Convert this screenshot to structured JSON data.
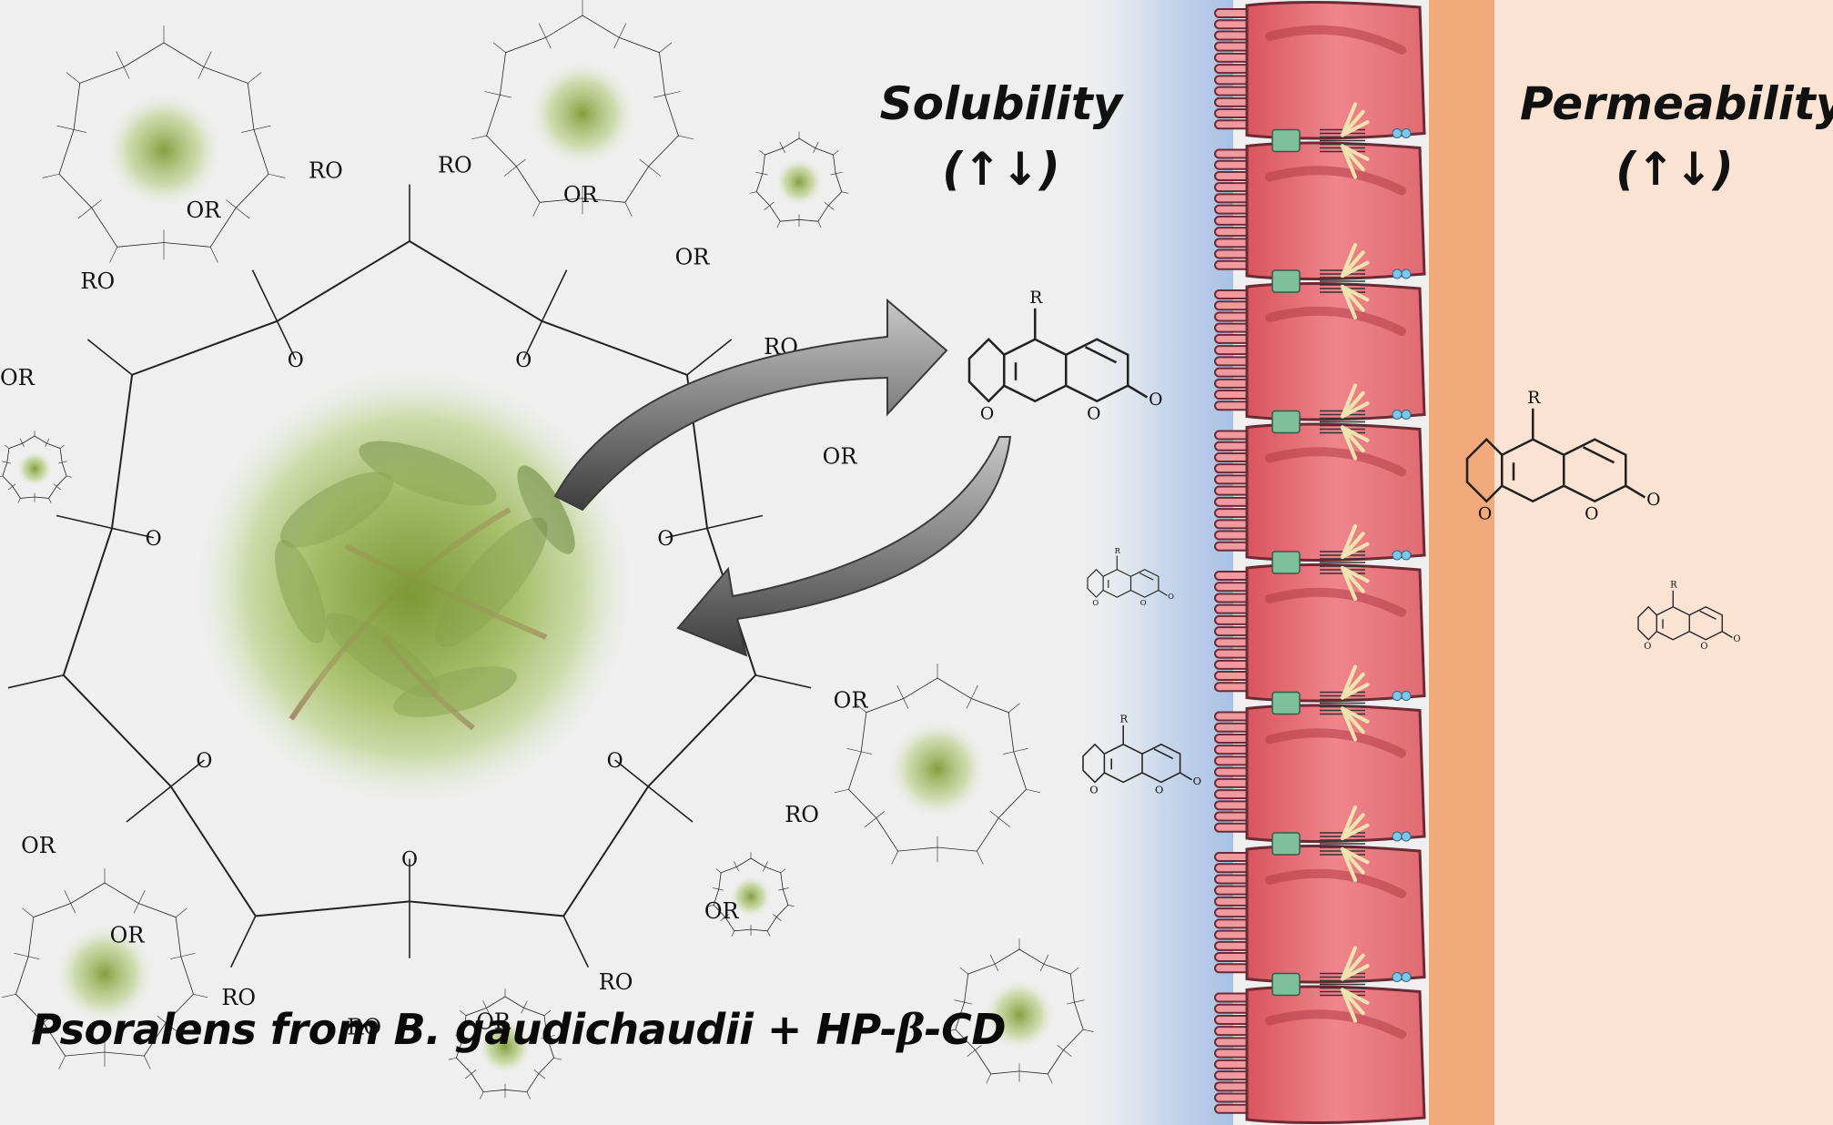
{
  "headings": {
    "solubility": "Solubility",
    "solubility_arrows": "↑↓",
    "permeability": "Permeability",
    "permeability_arrows": "↑↓"
  },
  "caption": {
    "prefix": "Psoralens from B. gaudichaudii + HP-",
    "beta": "β",
    "suffix": "-CD"
  },
  "cyclodextrin": {
    "substituent_labels": [
      "RO",
      "OR",
      "OR",
      "RO",
      "OR",
      "RO",
      "OR",
      "RO",
      "OR",
      "RO",
      "OR",
      "RO",
      "RO",
      "OR",
      "OR",
      "OR",
      "RO",
      "RO",
      "OR",
      "RO",
      "OR",
      "RO"
    ],
    "ring_oxygen": "O"
  },
  "psoralen": {
    "substituent": "R",
    "carbonyl_oxygen": "O"
  },
  "colors": {
    "background": "#efefef",
    "mucus_blue": "#b8cde8",
    "epithelial_cell": "#e8727a",
    "cell_outline": "#6b2a34",
    "basolateral_band": "#f2aa7c",
    "basolateral_side": "#fbe3d3",
    "leaf_green": "#6d8f2e",
    "arrow_gray": "#6e6e6e"
  }
}
